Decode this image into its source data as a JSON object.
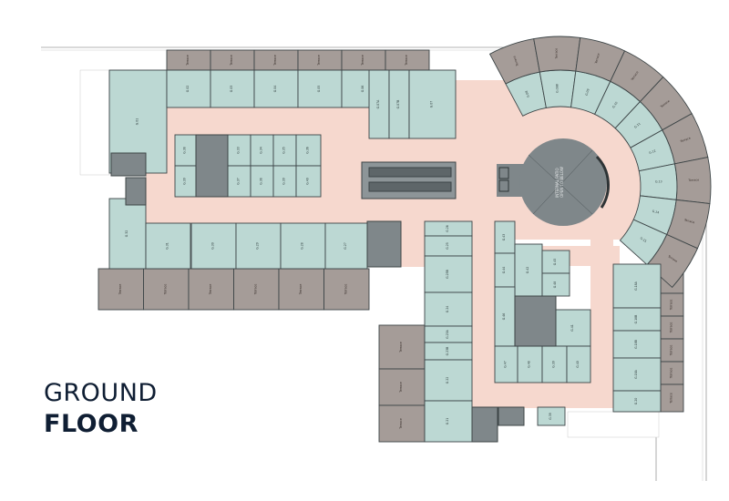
{
  "title": {
    "line1": "GROUND",
    "line2": "FLOOR"
  },
  "colors": {
    "unit": "#bcd8d3",
    "corridor": "#f6d8ce",
    "terrace": "#a59c98",
    "core": "#7f878a",
    "wall": "#3c4446",
    "title": "#0f1e33"
  },
  "patio_label": {
    "line1": "INTERNAL PATIO",
    "line2": "OPEN TO BELOW"
  },
  "terrace_label": "Terrace",
  "units_top": [
    "G.01",
    "G.02",
    "G.03",
    "G.04",
    "G.05",
    "G.06",
    "G.07A",
    "G.07B",
    "G.07"
  ],
  "units_island": [
    "G.38",
    "G.39",
    "G.33",
    "G.34",
    "G.35",
    "G.36",
    "G.37",
    "G.38",
    "G.39",
    "G.40"
  ],
  "units_bottom_left": [
    "G.32",
    "G.31",
    "G.30",
    "G.29",
    "G.28",
    "G.27"
  ],
  "units_ring": [
    "G.08",
    "G.09B",
    "G.09",
    "G.10",
    "G.11",
    "G.12",
    "G.13",
    "G.14",
    "G.15"
  ],
  "units_lower_left": [
    "G.26",
    "G.25",
    "G.25B",
    "G.24",
    "G.23A",
    "G.23B",
    "G.22",
    "G.21"
  ],
  "units_lower_mid": [
    "G.43",
    "G.44",
    "G.42",
    "G.46",
    "G.45",
    "G.48",
    "G.41",
    "G.47",
    "G.48",
    "G.39",
    "G.40"
  ],
  "units_lower_right": [
    "G.18A",
    "G.18B",
    "G.18B",
    "G.18A",
    "G.20"
  ]
}
